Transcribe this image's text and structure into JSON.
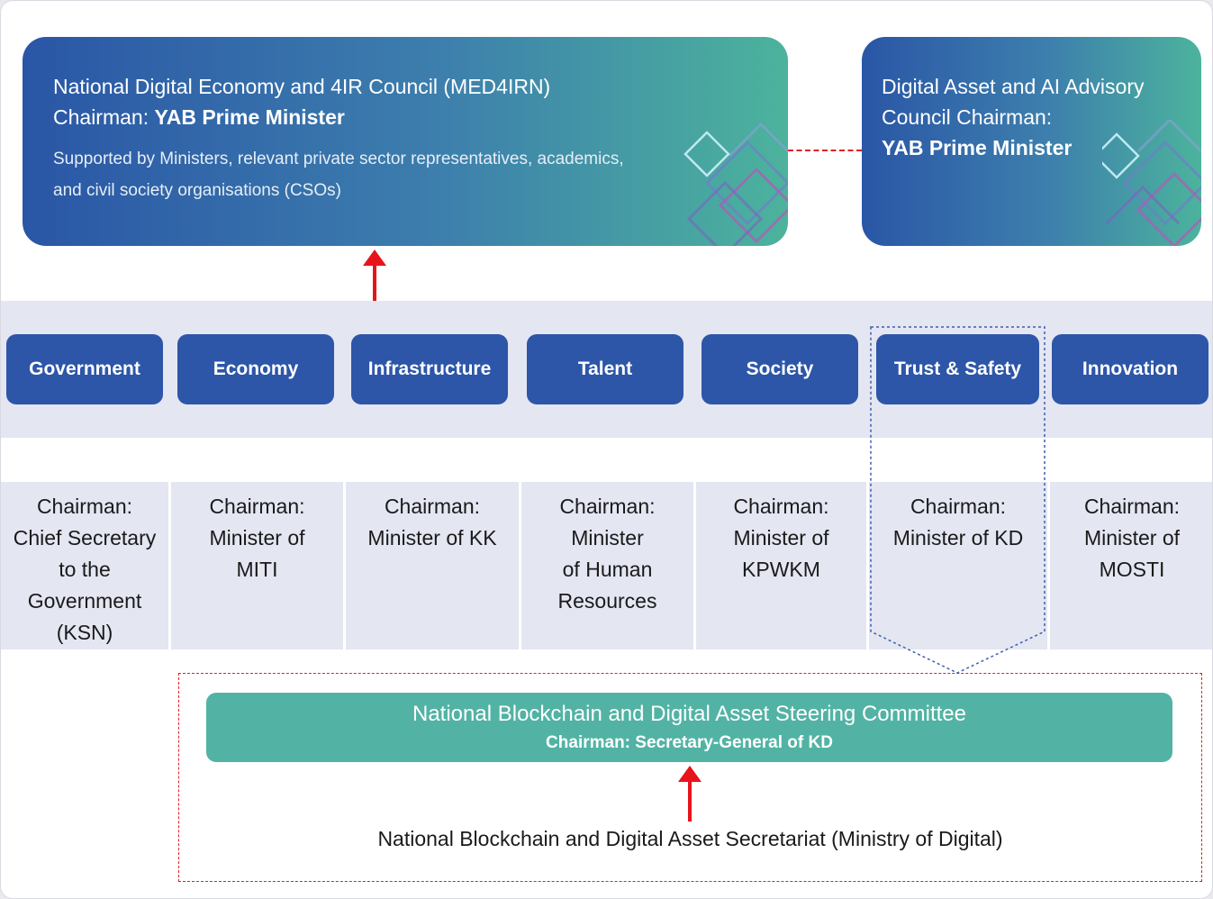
{
  "colors": {
    "pillar_blue": "#2d56a8",
    "band_lavender": "#e4e6f2",
    "steering_teal": "#52b3a4",
    "arrow_red": "#e8141b",
    "gradient_start": "#2a56a6",
    "gradient_end": "#4cb39c"
  },
  "council_main": {
    "line1": "National Digital Economy and 4IR Council (MED4IRN)",
    "chair_prefix": "Chairman:",
    "chair_name": "YAB Prime Minister",
    "support_line1": "Supported by Ministers, relevant private sector representatives, academics,",
    "support_line2": "and civil society organisations (CSOs)"
  },
  "council_ai": {
    "line1": "Digital Asset and AI Advisory",
    "line2": "Council Chairman:",
    "chair_name": "YAB Prime Minister"
  },
  "pillars": [
    {
      "label": "Government",
      "chair": [
        "Chairman:",
        "Chief Secretary",
        "to the",
        "Government",
        "(KSN)"
      ]
    },
    {
      "label": "Economy",
      "chair": [
        "Chairman:",
        "Minister of",
        "MITI"
      ]
    },
    {
      "label": "Infrastructure",
      "chair": [
        "Chairman:",
        "Minister of KK"
      ]
    },
    {
      "label": "Talent",
      "chair": [
        "Chairman:",
        "Minister",
        "of Human",
        "Resources"
      ]
    },
    {
      "label": "Society",
      "chair": [
        "Chairman:",
        "Minister of",
        "KPWKM"
      ]
    },
    {
      "label": "Trust & Safety",
      "chair": [
        "Chairman:",
        "Minister of KD"
      ]
    },
    {
      "label": "Innovation",
      "chair": [
        "Chairman:",
        "Minister of",
        "MOSTI"
      ]
    }
  ],
  "steering": {
    "title": "National Blockchain and Digital Asset Steering Committee",
    "chair": "Chairman: Secretary-General of KD"
  },
  "secretariat": "National Blockchain and Digital Asset Secretariat (Ministry of Digital)"
}
